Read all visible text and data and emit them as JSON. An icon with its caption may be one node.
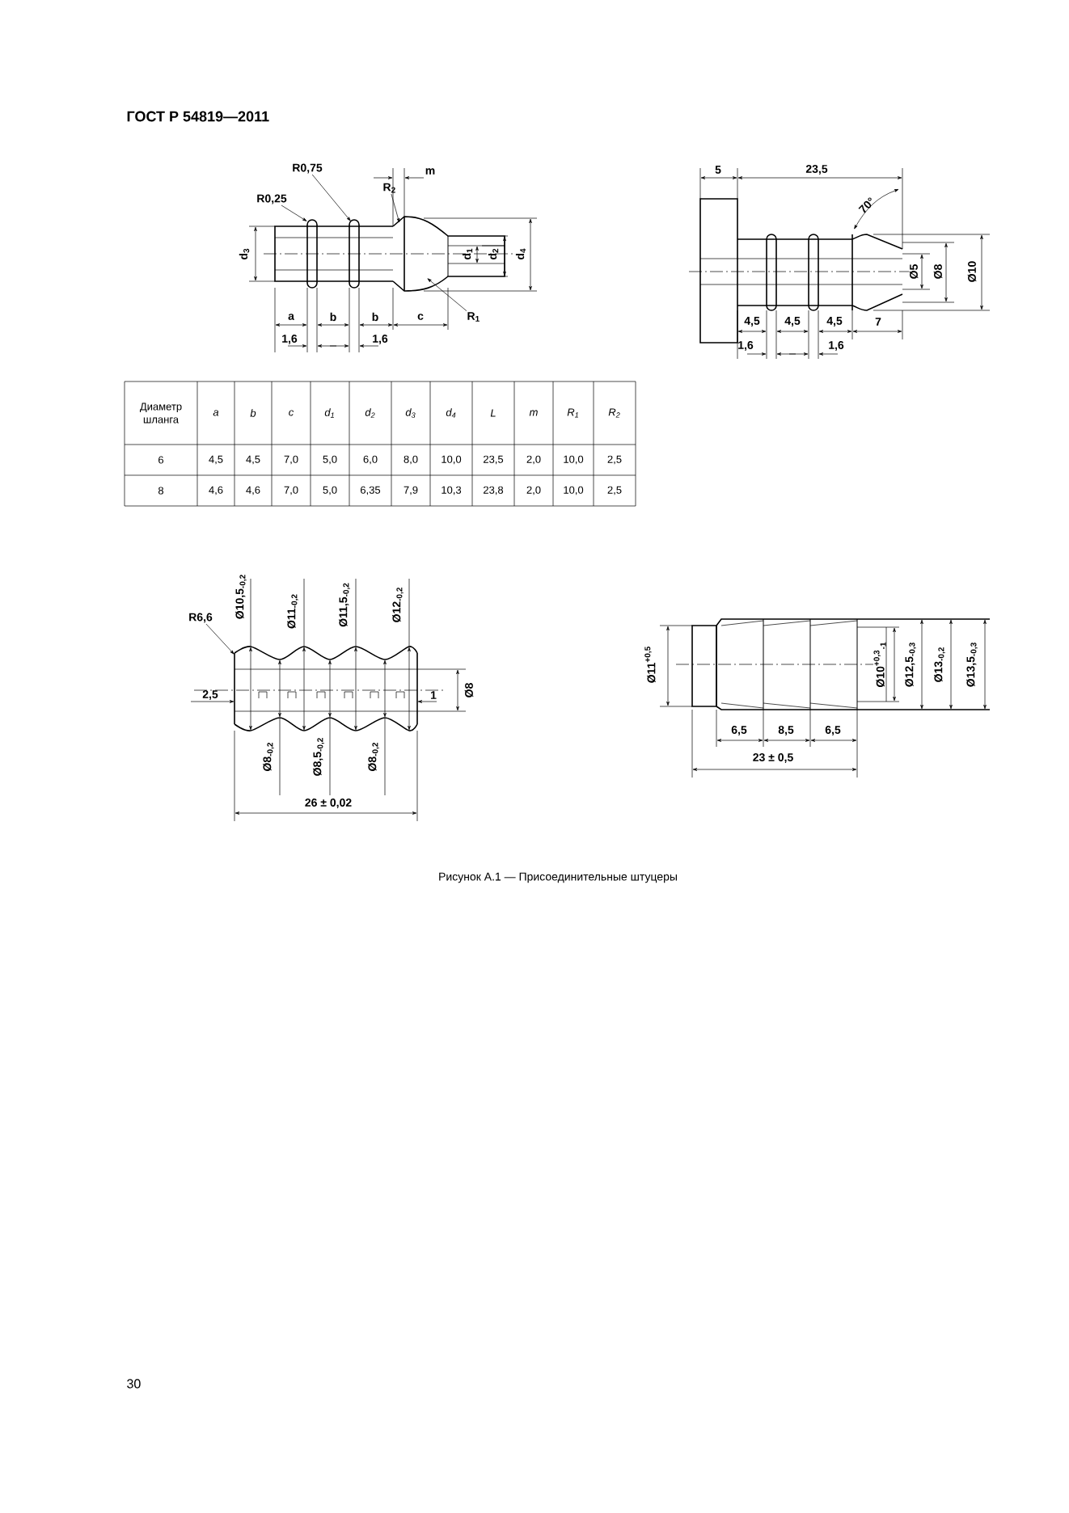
{
  "diagram": {
    "title": "ГОСТ Р 54819—2011",
    "caption": "Рисунок А.1 — Присоединительные штуцеры",
    "nodes": [
      {
        "text": [
          "R0,75"
        ]
      },
      {
        "text": [
          "R0,25"
        ]
      },
      {
        "text": [
          "R$_{2}$"
        ]
      },
      {
        "text": [
          "R$_{1}$"
        ]
      },
      {
        "text": [
          "R6,6"
        ]
      }
    ],
    "edges": [
      {
        "from": 0,
        "to": null,
        "arrow": "to"
      },
      {
        "from": 1,
        "to": null,
        "arrow": "to"
      },
      {
        "from": 2,
        "to": null,
        "arrow": "to"
      },
      {
        "from": 3,
        "to": null,
        "arrow": "to"
      },
      {
        "from": 4,
        "to": null,
        "arrow": "to"
      }
    ],
    "labels": [
      "m",
      "d$_{3}$",
      "d$_{1}$",
      "d$_{2}$",
      "d$_{4}$",
      "a",
      "b",
      "b",
      "c",
      "1,6",
      "1,6",
      "5",
      "23,5",
      "70°",
      "Ø5",
      "Ø8",
      "Ø10",
      "4,5",
      "4,5",
      "4,5",
      "7",
      "1,6",
      "1,6",
      "Диаметр шланга",
      "a",
      "b",
      "c",
      "d$_{1}$",
      "d$_{2}$",
      "d$_{3}$",
      "d$_{4}$",
      "L",
      "m",
      "R$_{1}$",
      "R$_{2}$",
      "6",
      "4,5",
      "4,5",
      "7,0",
      "5,0",
      "6,0",
      "8,0",
      "10,0",
      "23,5",
      "2,0",
      "10,0",
      "2,5",
      "8",
      "4,6",
      "4,6",
      "7,0",
      "5,0",
      "6,35",
      "7,9",
      "10,3",
      "23,8",
      "2,0",
      "10,0",
      "2,5",
      "Ø10,5$_{-0,2}$",
      "Ø11$_{-0,2}$",
      "Ø11,5$_{-0,2}$",
      "Ø12$_{-0,2}$",
      "2,5",
      "1",
      "Ø8",
      "Ø8$_{-0,2}$",
      "Ø8,5$_{-0,2}$",
      "Ø8$_{-0,2}$",
      "26 ± 0,02",
      "Ø11$^{+0,5}$",
      "Ø10$^{+0,3}$$_{-1}$",
      "Ø12,5$_{-0,3}$",
      "Ø13$_{-0,2}$",
      "Ø13,5$_{-0,3}$",
      "6,5",
      "8,5",
      "6,5",
      "23 ± 0,5",
      "30"
    ]
  }
}
